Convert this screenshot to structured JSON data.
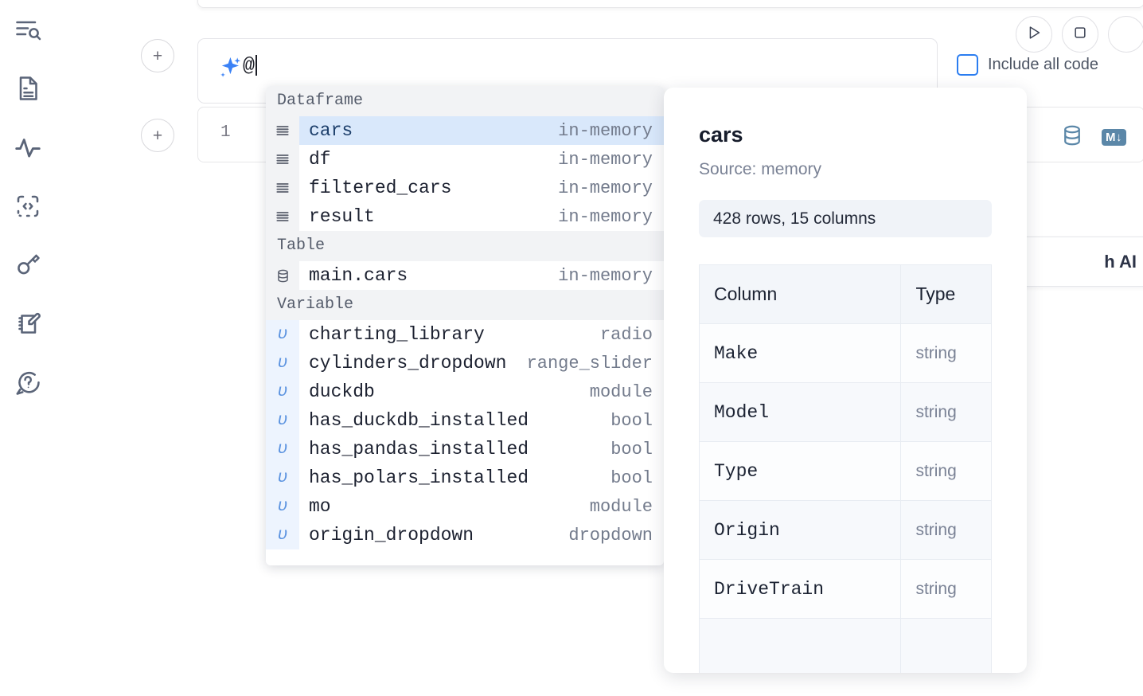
{
  "sidebar": {
    "items": [
      {
        "name": "file-search-icon",
        "label": "Explore files"
      },
      {
        "name": "document-icon",
        "label": "Documentation"
      },
      {
        "name": "activity-icon",
        "label": "Activity"
      },
      {
        "name": "code-snippet-icon",
        "label": "Snippets"
      },
      {
        "name": "key-icon",
        "label": "Secrets"
      },
      {
        "name": "scratchpad-icon",
        "label": "Scratchpad"
      },
      {
        "name": "help-chat-icon",
        "label": "Help"
      }
    ]
  },
  "toolbar": {
    "run_label": "Run",
    "stop_label": "Stop",
    "include_all_code_label": "Include all code",
    "include_all_code_checked": false,
    "add_cell_label": "+"
  },
  "ai_prompt": {
    "value": "@",
    "icon": "sparkles-icon"
  },
  "code_cell": {
    "line_number": "1",
    "database_icon": "database-icon",
    "markdown_badge": "M↓"
  },
  "ai_chip": {
    "label": "h AI"
  },
  "autocomplete": {
    "groups": [
      {
        "title": "Dataframe",
        "icon": "dataframe-icon",
        "items": [
          {
            "label": "cars",
            "type": "in-memory",
            "selected": true
          },
          {
            "label": "df",
            "type": "in-memory",
            "selected": false
          },
          {
            "label": "filtered_cars",
            "type": "in-memory",
            "selected": false
          },
          {
            "label": "result",
            "type": "in-memory",
            "selected": false
          }
        ]
      },
      {
        "title": "Table",
        "icon": "database-icon",
        "items": [
          {
            "label": "main.cars",
            "type": "in-memory",
            "selected": false
          }
        ]
      },
      {
        "title": "Variable",
        "icon": "variable-icon",
        "items": [
          {
            "label": "charting_library",
            "type": "radio",
            "selected": false
          },
          {
            "label": "cylinders_dropdown",
            "type": "range_slider",
            "selected": false
          },
          {
            "label": "duckdb",
            "type": "module",
            "selected": false
          },
          {
            "label": "has_duckdb_installed",
            "type": "bool",
            "selected": false
          },
          {
            "label": "has_pandas_installed",
            "type": "bool",
            "selected": false
          },
          {
            "label": "has_polars_installed",
            "type": "bool",
            "selected": false
          },
          {
            "label": "mo",
            "type": "module",
            "selected": false
          },
          {
            "label": "origin_dropdown",
            "type": "dropdown",
            "selected": false
          }
        ]
      }
    ]
  },
  "preview": {
    "title": "cars",
    "source": "Source: memory",
    "shape": "428 rows, 15 columns",
    "columns_header": "Column",
    "type_header": "Type",
    "rows": [
      {
        "column": "Make",
        "type": "string"
      },
      {
        "column": "Model",
        "type": "string"
      },
      {
        "column": "Type",
        "type": "string"
      },
      {
        "column": "Origin",
        "type": "string"
      },
      {
        "column": "DriveTrain",
        "type": "string"
      }
    ]
  },
  "colors": {
    "accent": "#2b7df0",
    "selected_row": "#d9e8fb",
    "icon_blue": "#5b87a8",
    "rail_icon": "#5a6478"
  }
}
